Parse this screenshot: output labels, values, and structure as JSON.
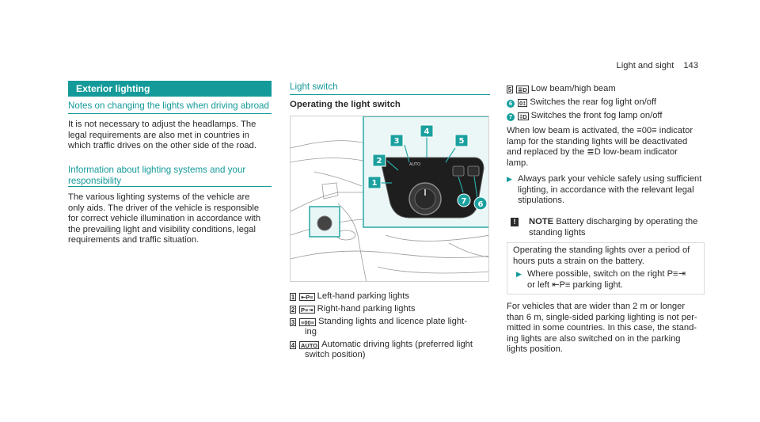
{
  "header": {
    "section": "Light and sight",
    "page_number": "143"
  },
  "left": {
    "banner": "Exterior lighting",
    "notes_heading": "Notes on changing the lights when driving abroad",
    "notes_lines": [
      "It is not necessary to adjust the headlamps. The",
      "legal requirements are also met in countries in",
      "which traffic drives on the other side of the road."
    ],
    "info_heading_lines": [
      "Information about lighting systems and your",
      "responsibility"
    ],
    "info_lines": [
      "The various lighting systems of the vehicle are",
      "only aids. The driver of the vehicle is responsible",
      "for correct vehicle illumination in accordance with",
      "the prevailing light and visibility conditions, legal",
      "requirements and traffic situation."
    ]
  },
  "middle": {
    "heading": "Light switch",
    "subheading": "Operating the light switch",
    "figure": {
      "callouts": [
        "1",
        "2",
        "3",
        "4",
        "5",
        "6",
        "7"
      ],
      "switch_label": "AUTO"
    },
    "legend": [
      {
        "key": "1",
        "symbol": "⇤P≡",
        "lines": [
          "Left-hand parking lights"
        ]
      },
      {
        "key": "2",
        "symbol": "P≡⇥",
        "lines": [
          "Right-hand parking lights"
        ]
      },
      {
        "key": "3",
        "symbol": "≡00≡",
        "lines": [
          "Standing lights and licence plate light-",
          "ing"
        ]
      },
      {
        "key": "4",
        "symbol": "AUTO",
        "lines": [
          "Automatic driving lights (preferred light",
          "switch position)"
        ]
      }
    ]
  },
  "right": {
    "legend": [
      {
        "key": "5",
        "symbol": "≣D",
        "text": "Low beam/high beam"
      },
      {
        "key": "6",
        "symbol": "0‡",
        "text": "Switches the rear fog light on/off"
      },
      {
        "key": "7",
        "symbol": "‡D",
        "text": "Switches the front fog lamp on/off"
      }
    ],
    "lowbeam_lines": [
      "When low beam is activated, the ≡00≡ indicator",
      "lamp for the standing lights will be deactivated",
      "and replaced by the ≣D low-beam indicator",
      "lamp."
    ],
    "always_lines": [
      "Always park your vehicle safely using sufficient",
      "lighting, in accordance with the relevant legal",
      "stipulations."
    ],
    "note": {
      "label": "NOTE",
      "title_lines": [
        "Battery discharging by operating the",
        "standing lights"
      ],
      "body_lines": [
        "Operating the standing lights over a period of",
        "hours puts a strain on the battery."
      ],
      "action_lines": [
        "Where possible, switch on the right P≡⇥",
        "or left ⇤P≡ parking light."
      ]
    },
    "vehicles_lines": [
      "For vehicles that are wider than 2 m or longer",
      "than 6 m, single-sided parking lighting is not per-",
      "mitted in some countries. In this case, the stand-",
      "ing lights are also switched on in the parking",
      "lights position."
    ]
  }
}
